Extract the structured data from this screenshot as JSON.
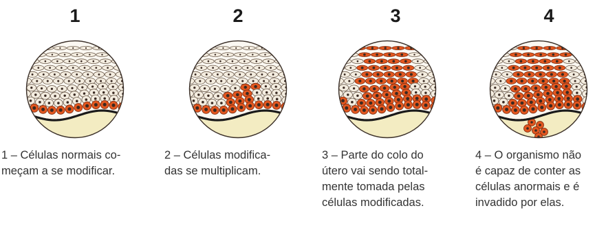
{
  "stages": [
    {
      "number": "1",
      "caption_lines": [
        "1 – Células normais co-",
        "meçam a se modificar."
      ],
      "icon": "cervical-cells-stage-1-icon",
      "abnormal_extent": "basal-row"
    },
    {
      "number": "2",
      "caption_lines": [
        "2 – Células modifica-",
        "das se multiplicam."
      ],
      "icon": "cervical-cells-stage-2-icon",
      "abnormal_extent": "lower-center-cluster"
    },
    {
      "number": "3",
      "caption_lines": [
        "3 – Parte do colo do",
        "útero vai sendo total-",
        "mente tomada pelas",
        "células modificadas."
      ],
      "icon": "cervical-cells-stage-3-icon",
      "abnormal_extent": "full-thickness-center"
    },
    {
      "number": "4",
      "caption_lines": [
        "4 – O organismo não",
        "é capaz de conter as",
        "células anormais e é",
        "invadido por elas."
      ],
      "icon": "cervical-cells-stage-4-icon",
      "abnormal_extent": "invading-below-membrane"
    }
  ],
  "colors": {
    "normal_cell_fill": "#f4ede0",
    "normal_cell_outline": "#6b5a4a",
    "abnormal_cell_fill": "#e2571f",
    "abnormal_cell_outline": "#7a2a10",
    "nucleus": "#3a2a22",
    "tissue_below": "#f3ecc2",
    "membrane": "#1a1a1a"
  }
}
